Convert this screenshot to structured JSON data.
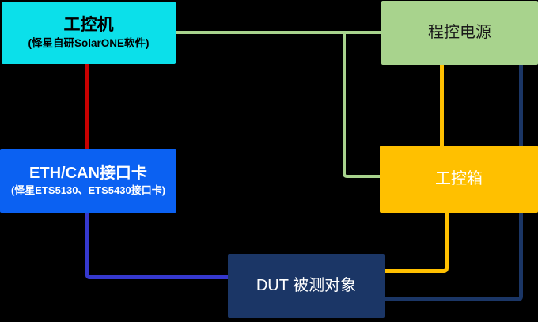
{
  "canvas": {
    "background": "#000000"
  },
  "nodes": {
    "industrial_pc": {
      "title": "工控机",
      "subtitle": "(怿星自研SolarONE软件)",
      "bg": "#0BE0EA",
      "text": "#000000"
    },
    "power_supply": {
      "title": "程控电源",
      "bg": "#A8D38D",
      "text": "#1A1A1A"
    },
    "eth_can_card": {
      "title": "ETH/CAN接口卡",
      "subtitle": "(怿星ETS5130、ETS5430接口卡)",
      "bg": "#0B61F2",
      "text": "#FFFFFF"
    },
    "control_box": {
      "title": "工控箱",
      "bg": "#FFC000",
      "text": "#FFFFFF"
    },
    "dut": {
      "title": "DUT 被测对象",
      "bg": "#1B3666",
      "text": "#FFFFFF"
    }
  },
  "connectors": {
    "pc_to_ethcard": {
      "color": "#C80000"
    },
    "pc_to_power": {
      "color": "#A8D38D"
    },
    "pc_to_controlbox": {
      "color": "#A8D38D"
    },
    "power_to_controlbox": {
      "color": "#FFC000"
    },
    "controlbox_to_dut": {
      "color": "#FFC000"
    },
    "power_to_dut": {
      "color": "#1B3666"
    },
    "ethcard_to_dut": {
      "color": "#3538CE"
    }
  }
}
